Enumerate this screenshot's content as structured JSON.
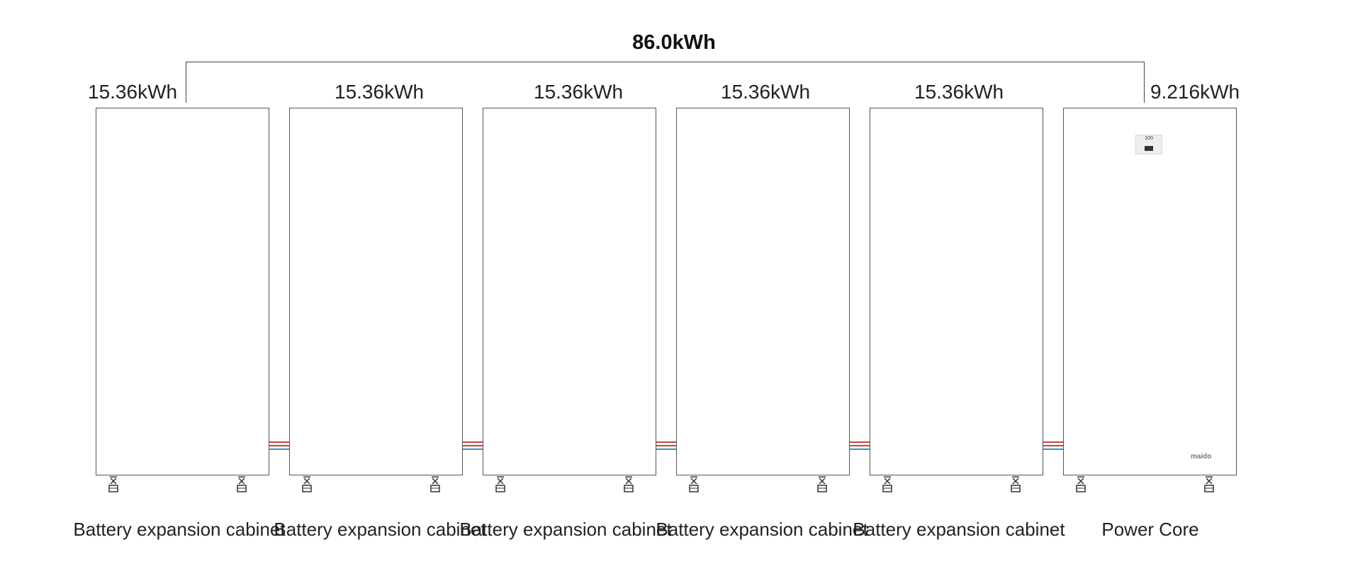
{
  "total": "86.0kWh",
  "units": [
    {
      "capacity": "15.36kWh",
      "label": "Battery expansion cabinet"
    },
    {
      "capacity": "15.36kWh",
      "label": "Battery expansion cabinet"
    },
    {
      "capacity": "15.36kWh",
      "label": "Battery expansion cabinet"
    },
    {
      "capacity": "15.36kWh",
      "label": "Battery expansion cabinet"
    },
    {
      "capacity": "15.36kWh",
      "label": "Battery expansion cabinet"
    },
    {
      "capacity": "9.216kWh",
      "label": "Power Core"
    }
  ],
  "display_text": "100",
  "brand": "maido",
  "colors": {
    "cable_red": "#c8463f",
    "cable_blue": "#2f95c9",
    "outline": "#555555"
  }
}
